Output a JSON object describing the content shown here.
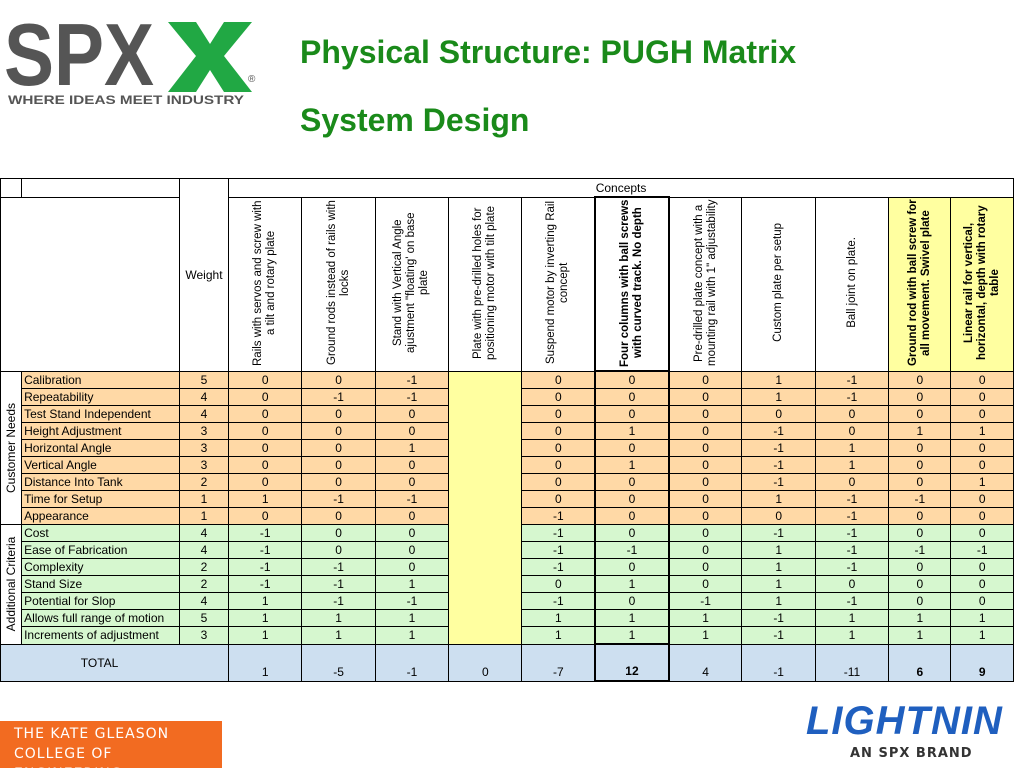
{
  "logo": {
    "mark": "SPX",
    "registered": "®",
    "tagline": "WHERE IDEAS MEET INDUSTRY",
    "mark_color": "#555555",
    "x_color": "#21a844"
  },
  "title": {
    "line1": "Physical Structure: PUGH Matrix",
    "line2": "System Design",
    "color": "#1a8a1a"
  },
  "table": {
    "concepts_label": "Concepts",
    "weight_label": "Weight",
    "concepts": [
      "Rails with servos and screw with a tilt and rotary plate",
      "Ground rods instead of rails with locks",
      "Stand with Vertical Angle ajustment \"floating' on base plate",
      "Plate with pre-drilled holes for positioning motor with tilt plate",
      "Suspend motor by inverting Rail concept",
      "Four columns with ball screws with curved track. No depth",
      "Pre-drilled plate concept with a mounting rail with 1\" adjustability",
      "Custom plate per setup",
      "Ball joint on plate.",
      "Ground rod with ball screw for all movement. Swivel plate",
      "Linear rail for vertical, horizontal, depth with rotary table"
    ],
    "groups": [
      {
        "label": "Customer Needs",
        "rows": [
          {
            "criterion": "Calibration",
            "weight": "5",
            "scores": [
              "0",
              "0",
              "-1",
              "",
              "0",
              "0",
              "0",
              "1",
              "-1",
              "0",
              "0"
            ]
          },
          {
            "criterion": "Repeatability",
            "weight": "4",
            "scores": [
              "0",
              "-1",
              "-1",
              "",
              "0",
              "0",
              "0",
              "1",
              "-1",
              "0",
              "0"
            ]
          },
          {
            "criterion": "Test Stand Independent",
            "weight": "4",
            "scores": [
              "0",
              "0",
              "0",
              "",
              "0",
              "0",
              "0",
              "0",
              "0",
              "0",
              "0"
            ]
          },
          {
            "criterion": "Height Adjustment",
            "weight": "3",
            "scores": [
              "0",
              "0",
              "0",
              "",
              "0",
              "1",
              "0",
              "-1",
              "0",
              "1",
              "1"
            ]
          },
          {
            "criterion": "Horizontal Angle",
            "weight": "3",
            "scores": [
              "0",
              "0",
              "1",
              "",
              "0",
              "0",
              "0",
              "-1",
              "1",
              "0",
              "0"
            ]
          },
          {
            "criterion": "Vertical Angle",
            "weight": "3",
            "scores": [
              "0",
              "0",
              "0",
              "",
              "0",
              "1",
              "0",
              "-1",
              "1",
              "0",
              "0"
            ]
          },
          {
            "criterion": "Distance Into Tank",
            "weight": "2",
            "scores": [
              "0",
              "0",
              "0",
              "",
              "0",
              "0",
              "0",
              "-1",
              "0",
              "0",
              "1"
            ]
          },
          {
            "criterion": "Time for Setup",
            "weight": "1",
            "scores": [
              "1",
              "-1",
              "-1",
              "",
              "0",
              "0",
              "0",
              "1",
              "-1",
              "-1",
              "0"
            ]
          },
          {
            "criterion": "Appearance",
            "weight": "1",
            "scores": [
              "0",
              "0",
              "0",
              "",
              "-1",
              "0",
              "0",
              "0",
              "-1",
              "0",
              "0"
            ]
          }
        ]
      },
      {
        "label": "Additional Criteria",
        "rows": [
          {
            "criterion": "Cost",
            "weight": "4",
            "scores": [
              "-1",
              "0",
              "0",
              "",
              "-1",
              "0",
              "0",
              "-1",
              "-1",
              "0",
              "0"
            ]
          },
          {
            "criterion": "Ease of Fabrication",
            "weight": "4",
            "scores": [
              "-1",
              "0",
              "0",
              "",
              "-1",
              "-1",
              "0",
              "1",
              "-1",
              "-1",
              "-1"
            ]
          },
          {
            "criterion": "Complexity",
            "weight": "2",
            "scores": [
              "-1",
              "-1",
              "0",
              "",
              "-1",
              "0",
              "0",
              "1",
              "-1",
              "0",
              "0"
            ]
          },
          {
            "criterion": "Stand Size",
            "weight": "2",
            "scores": [
              "-1",
              "-1",
              "1",
              "",
              "0",
              "1",
              "0",
              "1",
              "0",
              "0",
              "0"
            ]
          },
          {
            "criterion": "Potential for Slop",
            "weight": "4",
            "scores": [
              "1",
              "-1",
              "-1",
              "",
              "-1",
              "0",
              "-1",
              "1",
              "-1",
              "0",
              "0"
            ]
          },
          {
            "criterion": "Allows full range of motion",
            "weight": "5",
            "scores": [
              "1",
              "1",
              "1",
              "",
              "1",
              "1",
              "1",
              "-1",
              "1",
              "1",
              "1"
            ]
          },
          {
            "criterion": "Increments of adjustment",
            "weight": "3",
            "scores": [
              "1",
              "1",
              "1",
              "",
              "1",
              "1",
              "1",
              "-1",
              "1",
              "1",
              "1"
            ]
          }
        ]
      }
    ],
    "total_label": "TOTAL",
    "totals": [
      "1",
      "-5",
      "-1",
      "0",
      "-7",
      "12",
      "4",
      "-1",
      "-11",
      "6",
      "9"
    ]
  },
  "footer": {
    "college_line1": "THE KATE GLEASON",
    "college_line2": "COLLEGE OF ENGINEERING",
    "brand": "LIGHTNIN",
    "brand_sub": "AN SPX BRAND"
  }
}
